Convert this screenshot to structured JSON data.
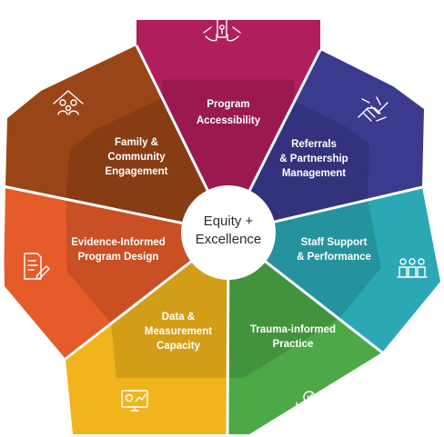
{
  "center": {
    "line1": "Equity +",
    "line2": "Excellence"
  },
  "segments": [
    {
      "id": "program-accessibility",
      "lines": [
        "Program",
        "Accessibility"
      ],
      "color": "#b01e5c",
      "icon": "phone-hands-icon"
    },
    {
      "id": "referrals-partnership",
      "lines": [
        "Referrals",
        "& Partnership",
        "Management"
      ],
      "color": "#3b3a8e",
      "icon": "handshake-icon"
    },
    {
      "id": "staff-support",
      "lines": [
        "Staff Support",
        "& Performance"
      ],
      "color": "#2ba8b4",
      "icon": "people-group-icon"
    },
    {
      "id": "trauma-informed",
      "lines": [
        "Trauma-informed",
        "Practice"
      ],
      "color": "#4da847",
      "icon": "care-hands-icon"
    },
    {
      "id": "data-measurement",
      "lines": [
        "Data &",
        "Measurement",
        "Capacity"
      ],
      "color": "#f0b41c",
      "icon": "dashboard-monitor-icon"
    },
    {
      "id": "evidence-informed",
      "lines": [
        "Evidence-Informed",
        "Program Design"
      ],
      "color": "#e55b2a",
      "icon": "document-edit-icon"
    },
    {
      "id": "family-community",
      "lines": [
        "Family &",
        "Community",
        "Engagement"
      ],
      "color": "#9a4517",
      "icon": "family-home-icon"
    }
  ]
}
